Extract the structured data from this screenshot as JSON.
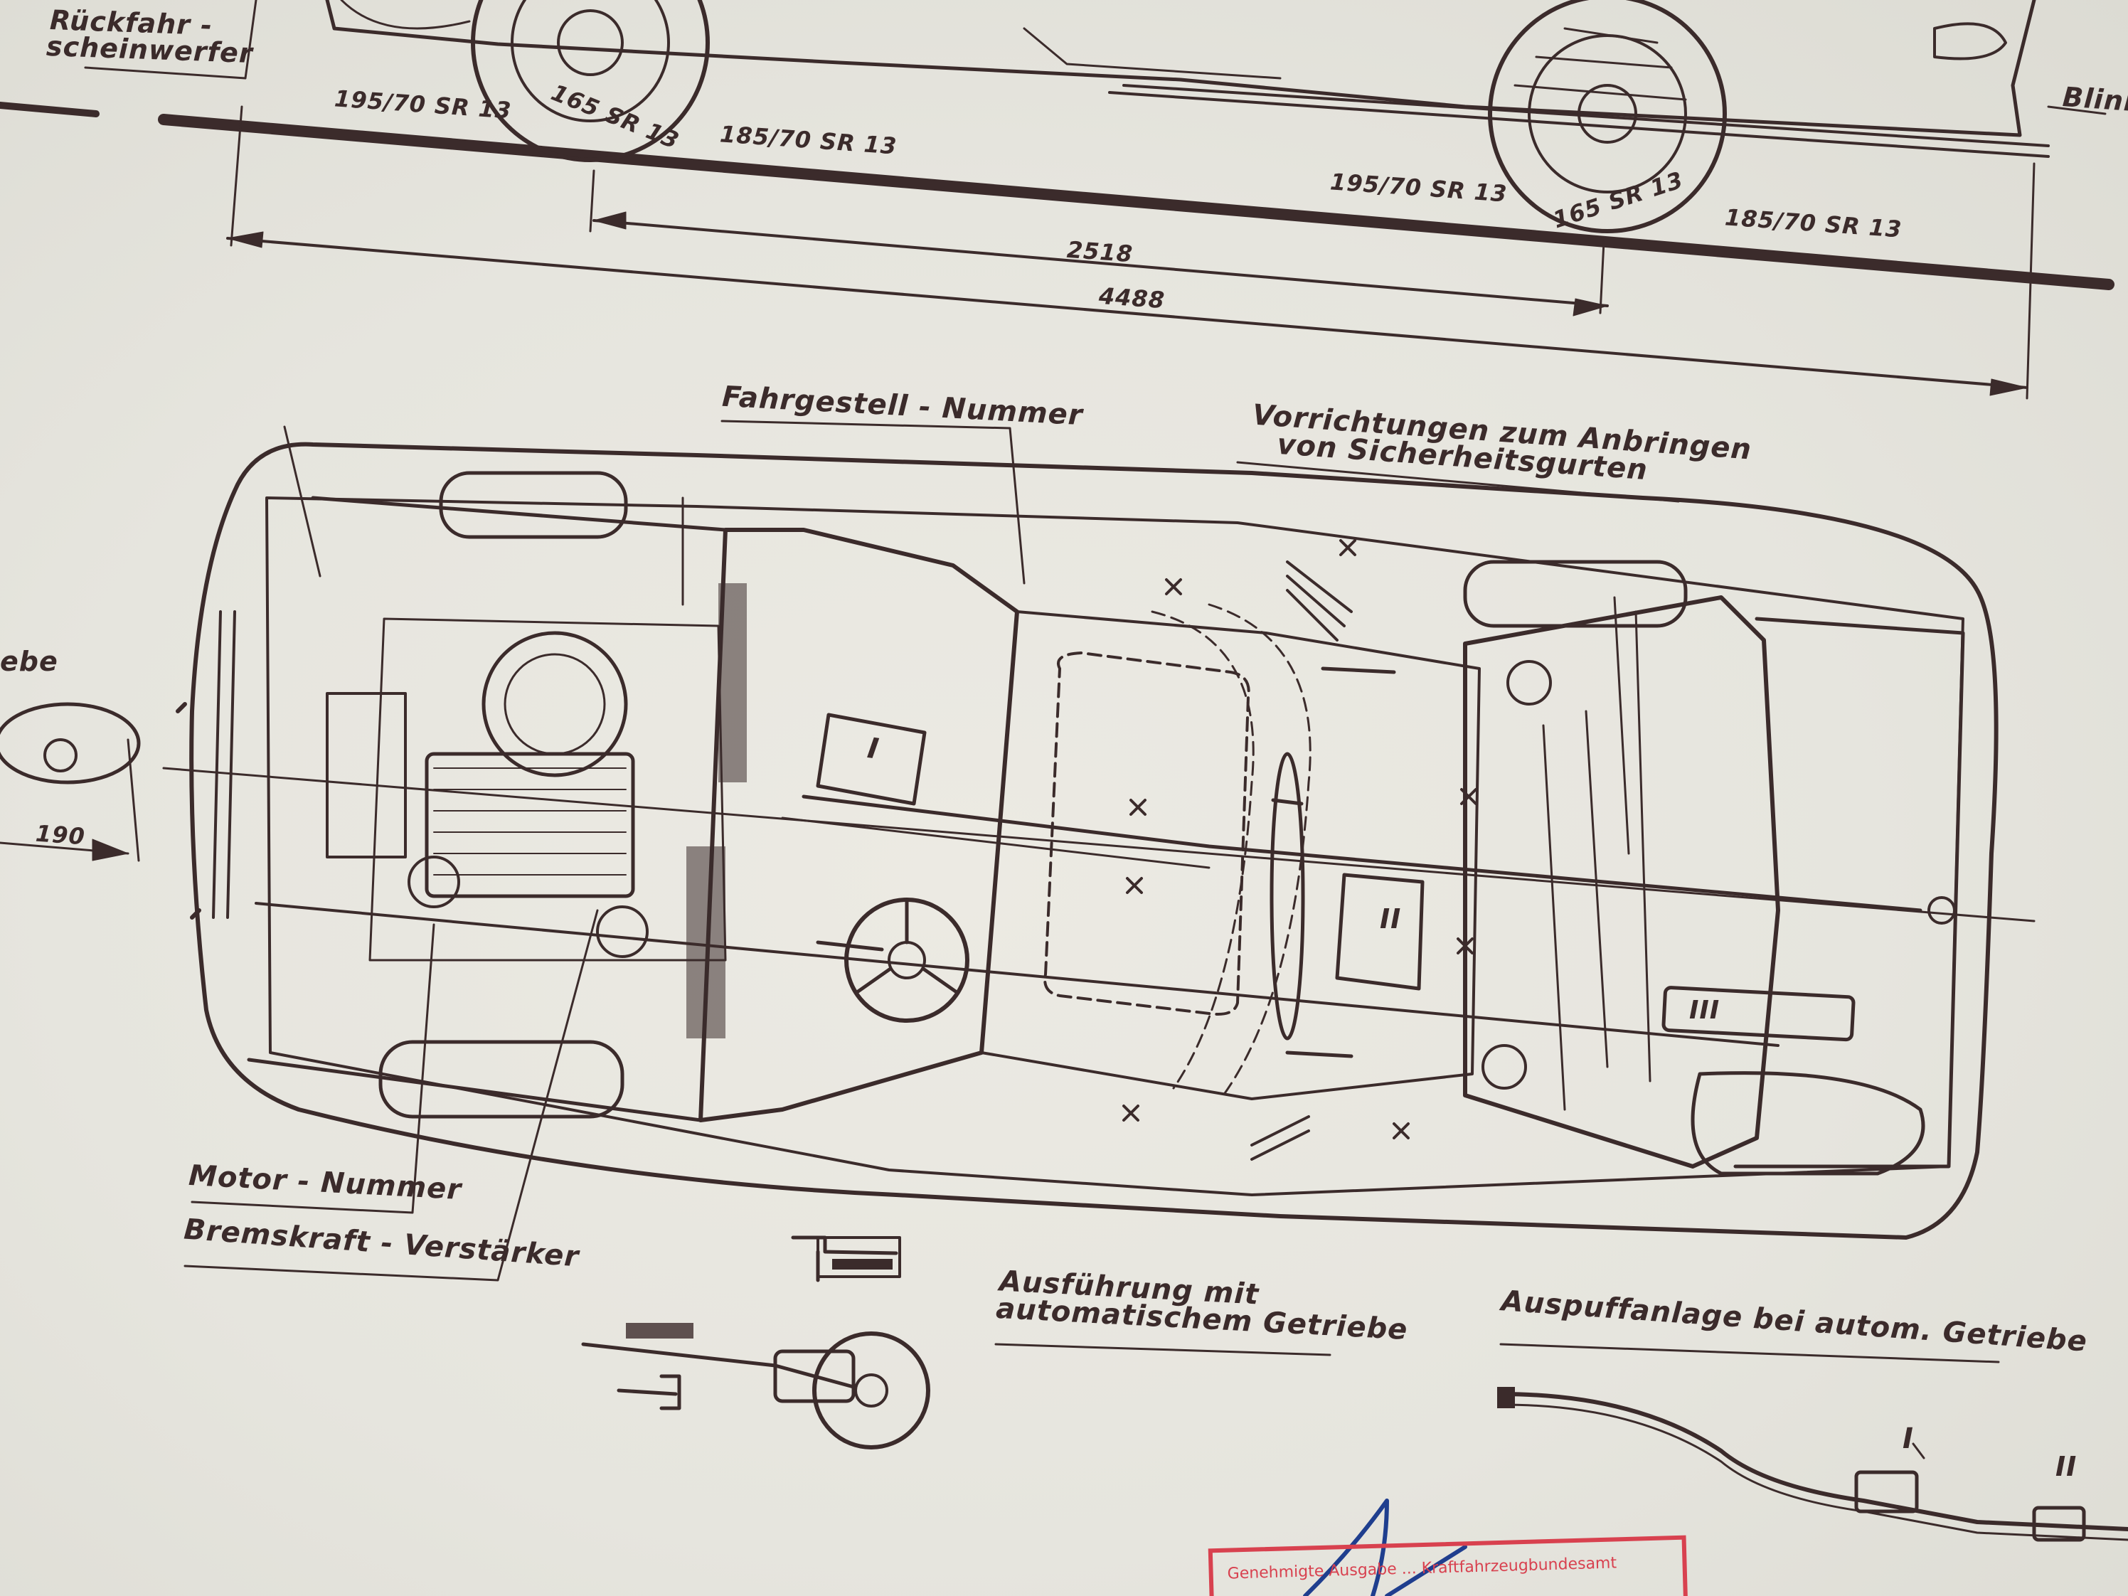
{
  "labels": {
    "rueckfahr_1": "Rückfahr -",
    "rueckfahr_2": "scheinwerfer",
    "blink": "Blink",
    "ebe": "ebe",
    "fahrgestell": "Fahrgestell - Nummer",
    "vorrichtungen_1": "Vorrichtungen zum Anbringen",
    "vorrichtungen_2": "von Sicherheitsgurten",
    "motor": "Motor - Nummer",
    "bremskraft": "Bremskraft - Verstärker",
    "ausfuehrung_1": "Ausführung mit",
    "ausfuehrung_2": "automatischem Getriebe",
    "auspuff": "Auspuffanlage bei autom. Getriebe"
  },
  "tyres": {
    "t1": "195/70 SR 13",
    "t2": "165 SR 13",
    "t3": "185/70 SR 13",
    "t4": "195/70 SR 13",
    "t5": "165 SR 13",
    "t6": "185/70 SR 13"
  },
  "dimensions": {
    "wheelbase": "2518",
    "length": "4488",
    "small": "190"
  },
  "markers": {
    "m1": "I",
    "m2": "II",
    "m3": "III",
    "e1": "I",
    "e2": "II"
  },
  "stamp": {
    "text": "Genehmigte Ausgabe ... Kraftfahrzeugbundesamt"
  },
  "colors": {
    "ink": "#3b2b2b",
    "paper": "#e9e8e1",
    "stamp": "#d8414f",
    "signature": "#1f3e8e"
  }
}
